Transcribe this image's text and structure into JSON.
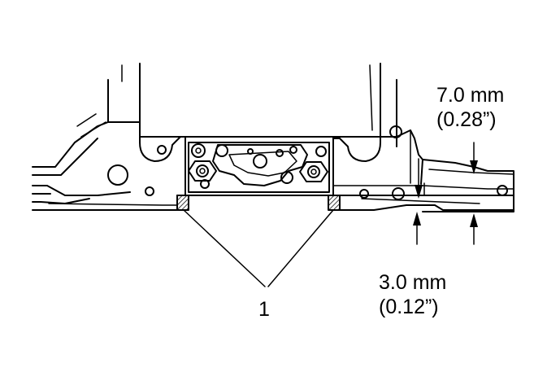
{
  "labels": {
    "top_dimension_mm": "7.0 mm",
    "top_dimension_in": "(0.28”)",
    "bottom_dimension_mm": "3.0 mm",
    "bottom_dimension_in": "(0.12”)",
    "callout_number": "1"
  },
  "colors": {
    "line": "#000000",
    "background": "#ffffff",
    "hatch": "#000000"
  }
}
